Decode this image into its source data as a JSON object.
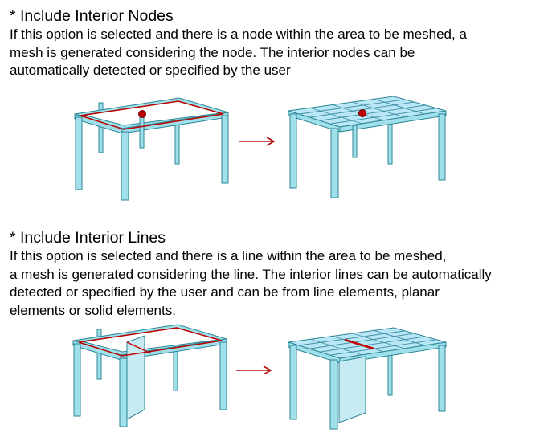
{
  "section1": {
    "heading": "* Include  Interior Nodes",
    "lines": [
      "If this option is selected and there is a node within the area to be meshed, a",
      "mesh is generated considering the node. The interior nodes can be",
      "automatically detected or specified by the user"
    ]
  },
  "section2": {
    "heading": "* Include  Interior Lines",
    "lines": [
      "If this option is selected and there is a line within the area to be meshed,",
      "a mesh is generated considering the line. The interior lines can be automatically",
      "detected or specified by the user and can be from line elements, planar",
      "elements or solid elements."
    ]
  },
  "colors": {
    "steel": "#9fe0ea",
    "steel_edge": "#2c8596",
    "mesh_fill": "#b9e7f5",
    "highlight": "#c00000",
    "arrow": "#b01010"
  },
  "icons": {
    "arrow": "right-arrow-icon",
    "node": "interior-node-marker",
    "line": "interior-line-marker"
  }
}
